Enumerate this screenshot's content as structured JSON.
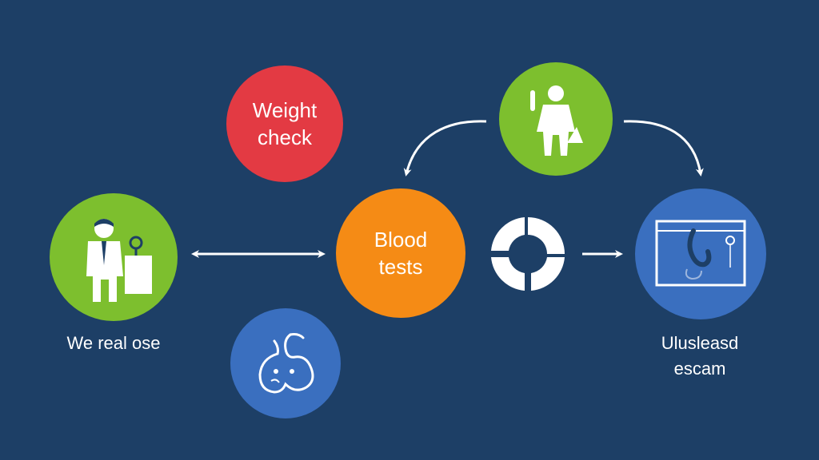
{
  "colors": {
    "background": "#1d3f66",
    "green": "#7dbf2e",
    "red": "#e33a43",
    "orange": "#f58b15",
    "blue": "#3a6fbf",
    "white": "#ffffff"
  },
  "nodes": {
    "weight_check": {
      "label": "Weight\ncheck"
    },
    "blood_tests": {
      "label": "Blood\ntests"
    }
  },
  "captions": {
    "left": "We real ose",
    "right": "Ulusleasd\nescam"
  },
  "icons": {
    "doctor": "doctor-with-clipboard-icon",
    "person": "person-with-test-tube-icon",
    "stomach": "stomach-icon",
    "ring": "cycle-ring-icon",
    "ultrasound": "ultrasound-monitor-icon"
  }
}
